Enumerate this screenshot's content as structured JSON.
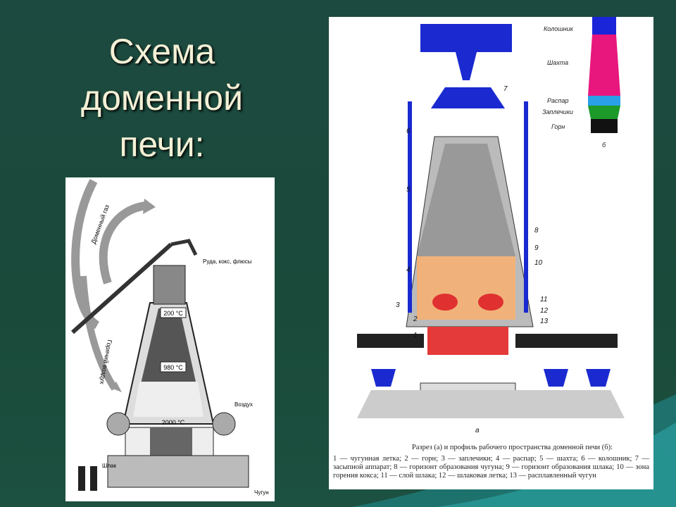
{
  "title": "Схема доменной печи:",
  "left_diagram": {
    "labels": {
      "gas": "Доменный газ",
      "hot_air": "Горячий воздух",
      "charge": "Руда, кокс, флюсы",
      "t1": "200 °C",
      "t2": "980 °C",
      "t3": "2000 °C",
      "air": "Воздух",
      "slag": "Шлак",
      "iron": "Чугун"
    }
  },
  "right_diagram": {
    "profile": {
      "colors": {
        "kolosh": "#1a24d8",
        "shakhta": "#e8177e",
        "raspar": "#2aa0e8",
        "zaplechiki": "#1c9a2a",
        "gorn": "#111111"
      },
      "labels": [
        "Колошник",
        "Шахта",
        "Распар",
        "Заплечики",
        "Горн"
      ],
      "letter": "б"
    },
    "section_letter": "а",
    "numbers": [
      "1",
      "2",
      "3",
      "4",
      "5",
      "6",
      "7",
      "8",
      "9",
      "10",
      "11",
      "12",
      "13"
    ],
    "caption_title": "Разрез (а) и профиль рабочего пространства доменной печи (б):",
    "caption_text": "1 — чугунная летка; 2 — горн; 3 — заплечики; 4 — распар; 5 — шахта; 6 — колошник; 7 — засыпной аппарат; 8 — горизонт образования чугуна; 9 — горизонт образования шлака; 10 — зона горения кокса; 11 — слой шлака; 12 — шлаковая летка; 13 — расплавленный чугун"
  }
}
